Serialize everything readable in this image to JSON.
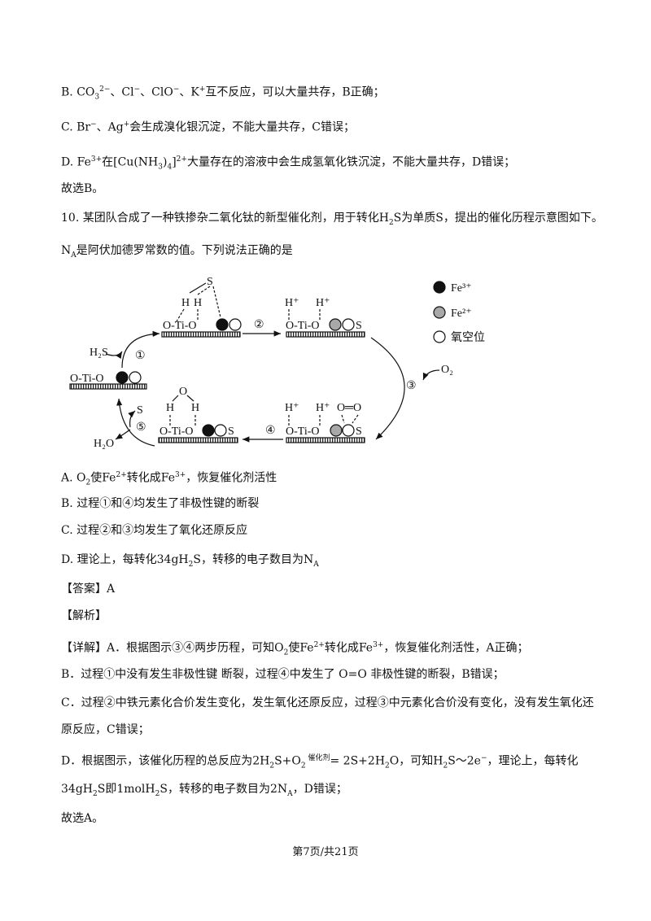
{
  "lines": [
    [
      {
        "t": "B. CO"
      },
      {
        "t": "3",
        "s": "sub"
      },
      {
        "t": "2−",
        "s": "sup"
      },
      {
        "t": "、Cl"
      },
      {
        "t": "−",
        "s": "sup"
      },
      {
        "t": "、ClO"
      },
      {
        "t": "−",
        "s": "sup"
      },
      {
        "t": "、K"
      },
      {
        "t": "+",
        "s": "sup"
      },
      {
        "t": "互不反应，可以大量共存，B正确；"
      }
    ],
    [
      {
        "t": "C. Br"
      },
      {
        "t": "−",
        "s": "sup"
      },
      {
        "t": "、Ag"
      },
      {
        "t": "+",
        "s": "sup"
      },
      {
        "t": "会生成溴化银沉淀，不能大量共存，C错误；"
      }
    ],
    [
      {
        "t": "D. Fe"
      },
      {
        "t": "3+",
        "s": "sup"
      },
      {
        "t": "在[Cu(NH"
      },
      {
        "t": "3",
        "s": "sub"
      },
      {
        "t": ")"
      },
      {
        "t": "4",
        "s": "sub"
      },
      {
        "t": "]"
      },
      {
        "t": "2+",
        "s": "sup"
      },
      {
        "t": "大量存在的溶液中会生成氢氧化铁沉淀，不能大量共存，D错误；"
      }
    ],
    [
      {
        "t": "故选B。"
      }
    ],
    [
      {
        "t": "10. 某团队合成了一种铁掺杂二氧化钛的新型催化剂，用于转化H"
      },
      {
        "t": "2",
        "s": "sub"
      },
      {
        "t": "S为单质S，提出的催化历程示意图如下。"
      }
    ],
    [
      {
        "t": "N"
      },
      {
        "t": "A",
        "s": "sub"
      },
      {
        "t": "是阿伏加德罗常数的值。下列说法正确的是"
      }
    ],
    [
      {
        "t": "A. O"
      },
      {
        "t": "2",
        "s": "sub"
      },
      {
        "t": "使Fe"
      },
      {
        "t": "2+",
        "s": "sup"
      },
      {
        "t": "转化成Fe"
      },
      {
        "t": "3+",
        "s": "sup"
      },
      {
        "t": "，恢复催化剂活性"
      }
    ],
    [
      {
        "t": "B. 过程①和④均发生了非极性键的断裂"
      }
    ],
    [
      {
        "t": "C. 过程②和③均发生了氧化还原反应"
      }
    ],
    [
      {
        "t": "D. 理论上，每转化34gH"
      },
      {
        "t": "2",
        "s": "sub"
      },
      {
        "t": "S，转移的电子数目为N"
      },
      {
        "t": "A",
        "s": "sub"
      }
    ],
    [
      {
        "t": "【答案】A"
      }
    ],
    [
      {
        "t": "【解析】"
      }
    ],
    [
      {
        "t": "【详解】A．根据图示③④两步历程，可知O"
      },
      {
        "t": "2",
        "s": "sub"
      },
      {
        "t": "使Fe"
      },
      {
        "t": "2+",
        "s": "sup"
      },
      {
        "t": "转化成Fe"
      },
      {
        "t": "3+",
        "s": "sup"
      },
      {
        "t": "，恢复催化剂活性，A正确；"
      }
    ],
    [
      {
        "t": "B．过程①中没有发生非极性键 断裂，过程④中发生了 O=O 非极性键的断裂，B错误；"
      }
    ],
    [
      {
        "t": "C．过程②中铁元素化合价发生变化，发生氧化还原反应，过程③中元素化合价没有变化，没有发生氧化还"
      }
    ],
    [
      {
        "t": "原反应，C错误；"
      }
    ],
    [
      {
        "t": "D．根据图示，该催化历程的总反应为2H"
      },
      {
        "t": "2",
        "s": "sub"
      },
      {
        "t": "S+O"
      },
      {
        "t": "2",
        "s": "sub"
      },
      {
        "t": " 催化剂",
        "s": "sup"
      },
      {
        "t": "= 2S+2H"
      },
      {
        "t": "2",
        "s": "sub"
      },
      {
        "t": "O，可知H"
      },
      {
        "t": "2",
        "s": "sub"
      },
      {
        "t": "S～2e"
      },
      {
        "t": "−",
        "s": "sup"
      },
      {
        "t": "，理论上，每转化"
      }
    ],
    [
      {
        "t": "34gH"
      },
      {
        "t": "2",
        "s": "sub"
      },
      {
        "t": "S即1molH"
      },
      {
        "t": "2",
        "s": "sub"
      },
      {
        "t": "S，转移的电子数目为2N"
      },
      {
        "t": "A",
        "s": "sub"
      },
      {
        "t": "，D错误；"
      }
    ],
    [
      {
        "t": "故选A。"
      }
    ]
  ],
  "diagram": {
    "S": "S",
    "H": "H",
    "Hp": "H⁺",
    "O": "O",
    "OTiO": "O-Ti-O",
    "OO": "O═O",
    "H2S": "H₂S",
    "H2O": "H₂O",
    "O2": "O₂",
    "step1": "①",
    "step2": "②",
    "step3": "③",
    "step4": "④",
    "step5": "⑤",
    "legend": {
      "fe3": "Fe³⁺",
      "fe2": "Fe²⁺",
      "vacancy": "氧空位"
    },
    "colors": {
      "fe3": "#111111",
      "fe2": "#a8a8a8",
      "vacancy": "#ffffff"
    }
  },
  "footer": "第7页/共21页"
}
